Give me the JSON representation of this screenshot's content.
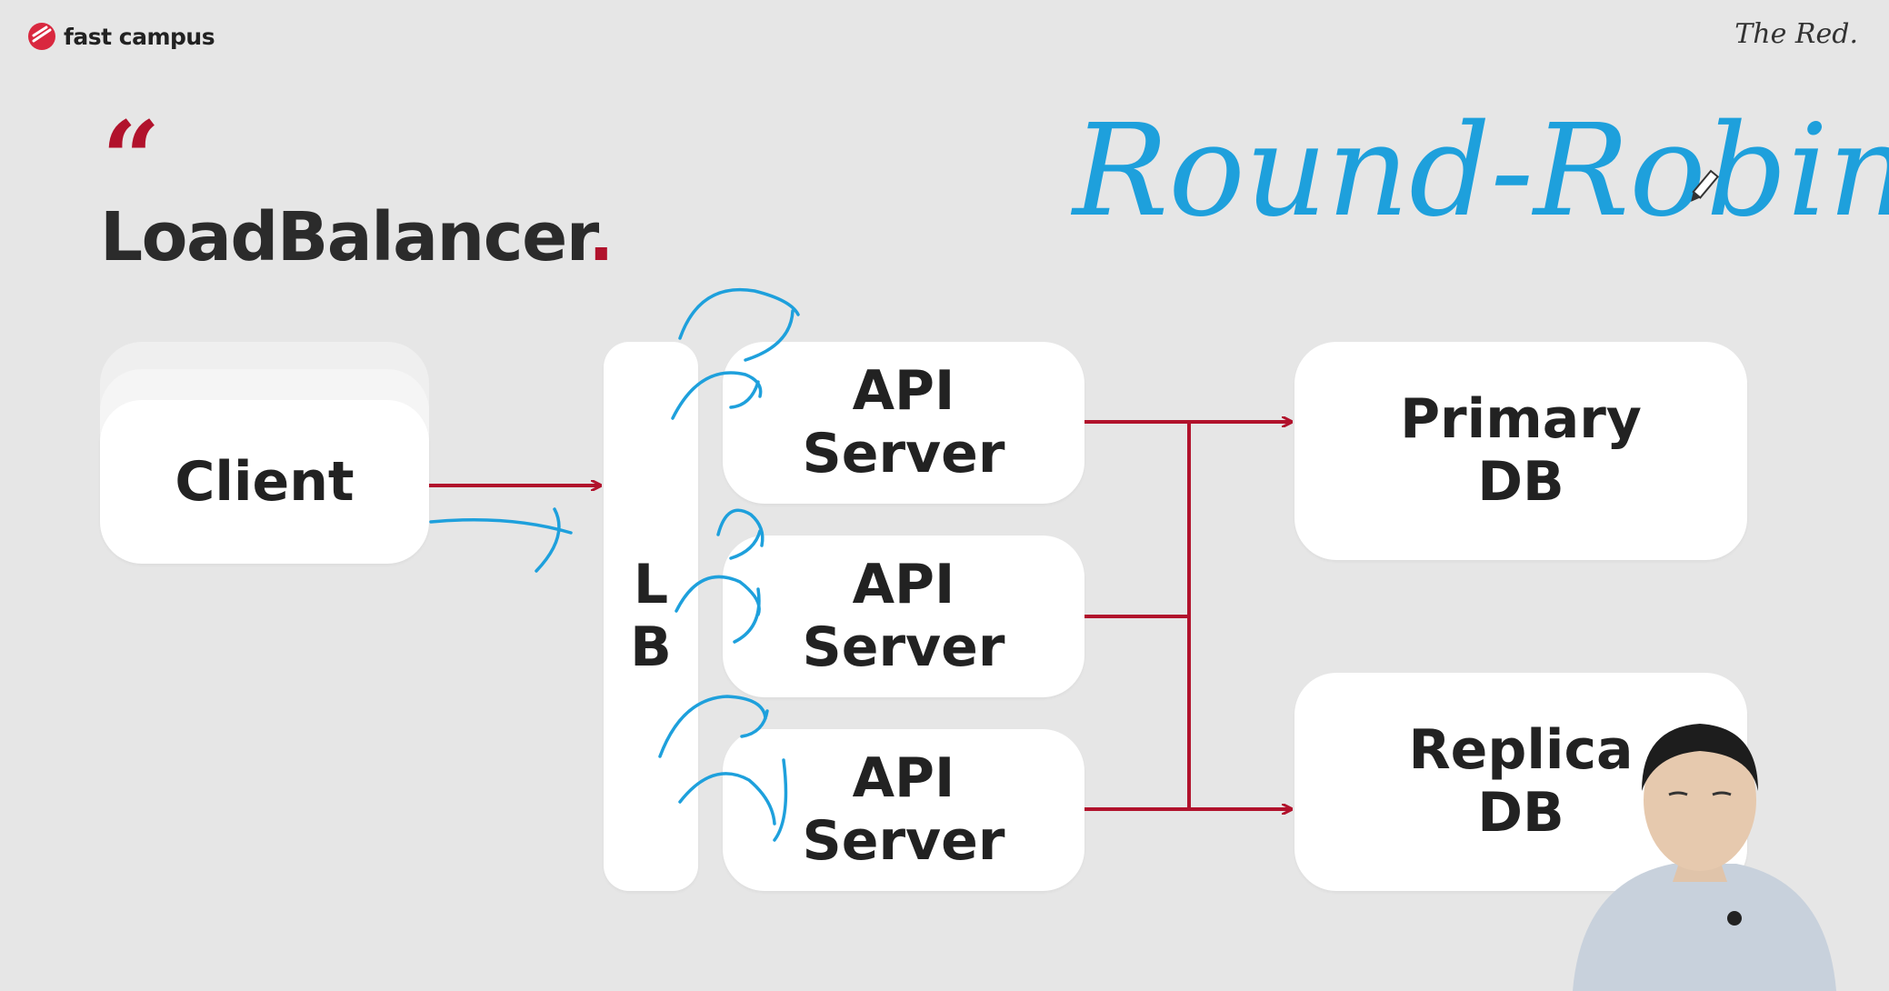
{
  "header": {
    "brand": "fast campus",
    "signature": "The Red."
  },
  "slide": {
    "quote_mark": "“",
    "title": "LoadBalancer",
    "title_dot": "."
  },
  "handwriting": {
    "annotation": "Round-Robin"
  },
  "diagram": {
    "client": "Client",
    "lb": "L\nB",
    "api_servers": [
      "API\nServer",
      "API\nServer",
      "API\nServer"
    ],
    "primary_db": "Primary\nDB",
    "replica_db": "Replica\nDB"
  },
  "colors": {
    "accent": "#b1122c",
    "ink": "#1ea0dc",
    "box": "#ffffff",
    "background": "#e6e6e6"
  }
}
